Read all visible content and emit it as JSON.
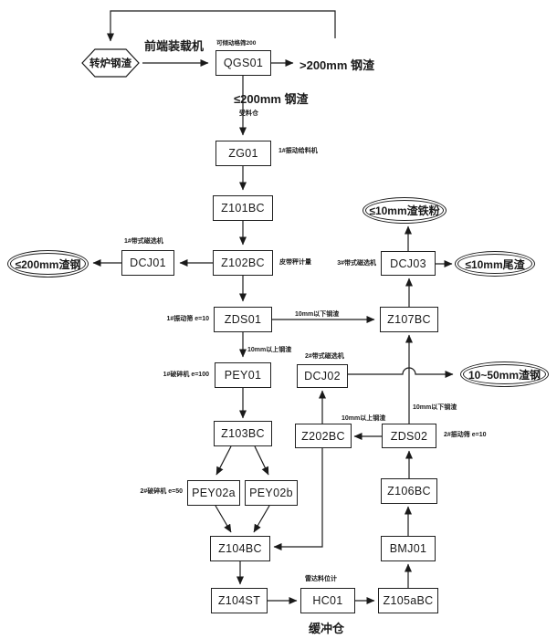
{
  "diagram": {
    "source": {
      "label": "转炉钢渣"
    },
    "nodes": {
      "qgs01": {
        "label": "QGS01",
        "note": "可倾动格筛200"
      },
      "zg01": {
        "label": "ZG01",
        "note": "1#振动给料机"
      },
      "z101bc": {
        "label": "Z101BC"
      },
      "z102bc": {
        "label": "Z102BC",
        "note": "皮带秤计量"
      },
      "dcj01": {
        "label": "DCJ01",
        "note": "1#带式磁选机"
      },
      "zds01": {
        "label": "ZDS01",
        "note": "1#振动筛 e=10"
      },
      "z107bc": {
        "label": "Z107BC"
      },
      "dcj03": {
        "label": "DCJ03",
        "note": "3#带式磁选机"
      },
      "pey01": {
        "label": "PEY01",
        "note": "1#破碎机 e=100"
      },
      "dcj02": {
        "label": "DCJ02",
        "note": "2#带式磁选机"
      },
      "z103bc": {
        "label": "Z103BC"
      },
      "z202bc": {
        "label": "Z202BC"
      },
      "zds02": {
        "label": "ZDS02",
        "note": "2#振动筛 e=10"
      },
      "pey02a": {
        "label": "PEY02a",
        "note": "2#破碎机 e=50"
      },
      "pey02b": {
        "label": "PEY02b"
      },
      "z104bc": {
        "label": "Z104BC"
      },
      "z106bc": {
        "label": "Z106BC"
      },
      "bmj01": {
        "label": "BMJ01"
      },
      "z104st": {
        "label": "Z104ST"
      },
      "hc01": {
        "label": "HC01",
        "note_top": "雷达料位计",
        "note_bottom": "缓冲仓"
      },
      "z105abc": {
        "label": "Z105aBC"
      }
    },
    "terminals": {
      "slag_steel_le200": {
        "label": "≤200mm渣钢"
      },
      "iron_powder_le10": {
        "label": "≤10mm渣铁粉"
      },
      "tailings_le10": {
        "label": "≤10mm尾渣"
      },
      "slag_steel_10_50": {
        "label": "10~50mm渣钢"
      }
    },
    "flow_labels": {
      "front_loader": "前端装载机",
      "gt200": ">200mm 钢渣",
      "le200": "≤200mm 钢渣",
      "receiving_bin": "受料仓",
      "under10_zds01": "10mm以下钢渣",
      "over10_zds01": "10mm以上钢渣",
      "under10_zds02": "10mm以下钢渣",
      "over10_zds02": "10mm以上钢渣"
    },
    "colors": {
      "line": "#1a1a1a",
      "background": "#ffffff"
    }
  }
}
